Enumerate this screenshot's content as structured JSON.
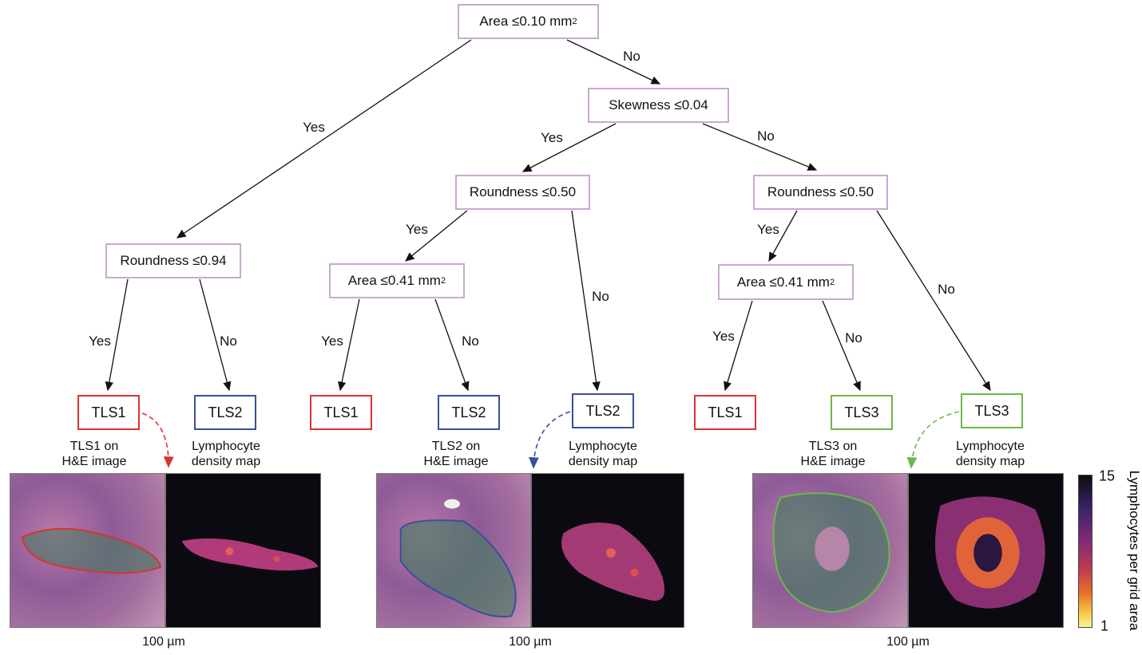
{
  "nodes": {
    "root": {
      "text": "Area ≤0.10 mm",
      "sup": "2"
    },
    "skewness": {
      "text": "Skewness ≤0.04"
    },
    "roundness_mid": {
      "text": "Roundness ≤0.50"
    },
    "roundness_right": {
      "text": "Roundness ≤0.50"
    },
    "roundness_left": {
      "text": "Roundness ≤0.94"
    },
    "area_mid": {
      "text": "Area ≤0.41 mm",
      "sup": "2"
    },
    "area_right": {
      "text": "Area ≤0.41 mm",
      "sup": "2"
    }
  },
  "edge_labels": [
    "Yes",
    "No",
    "Yes",
    "No",
    "Yes",
    "No",
    "Yes",
    "No",
    "Yes",
    "No",
    "Yes",
    "No",
    "Yes",
    "No"
  ],
  "leaves": [
    "TLS1",
    "TLS2",
    "TLS1",
    "TLS2",
    "TLS2",
    "TLS1",
    "TLS3",
    "TLS3"
  ],
  "captions": {
    "tls1_he": [
      "TLS1 on",
      "H&E image"
    ],
    "tls2_he": [
      "TLS2 on",
      "H&E image"
    ],
    "tls3_he": [
      "TLS3 on",
      "H&E image"
    ],
    "density": [
      "Lymphocyte",
      "density map"
    ]
  },
  "scale_bar": "100 µm",
  "colorbar": {
    "max": "15",
    "min": "1",
    "label": "Lymphocytes per grid area"
  },
  "colors": {
    "tls1": "#d9342f",
    "tls2": "#3a4f9c",
    "tls3": "#6cb84a",
    "node_border": "#c9a9cf"
  }
}
